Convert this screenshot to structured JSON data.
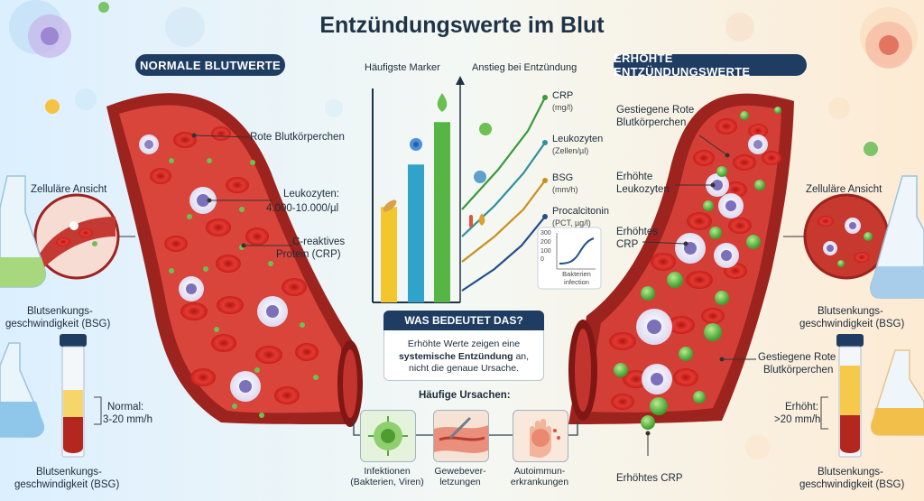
{
  "title": "Entzündungswerte im Blut",
  "left": {
    "banner": "NORMALE BLUTWERTE",
    "rbc_label": "Rote Blutkörperchen",
    "cell_view": "Zelluläre Ansicht",
    "leuko_label": "Leukozyten:",
    "leuko_value": "4.000-10.000/µl",
    "crp_label_1": "C-reaktives",
    "crp_label_2": "Protein (CRP)",
    "bsg_top_1": "Blutsenkungs-",
    "bsg_top_2": "geschwindigkeit (BSG)",
    "normal_label": "Normal:",
    "normal_value": "3-20 mm/h",
    "bsg_bottom_1": "Blutsenkungs-",
    "bsg_bottom_2": "geschwindigkeit (BSG)"
  },
  "right": {
    "banner": "ERHÖHTE ENTZÜNDUNGSWERTE",
    "rbc_label_1": "Gestiegene Rote",
    "rbc_label_2": "Blutkörperchen",
    "leuko_label_1": "Erhöhte",
    "leuko_label_2": "Leukozyten",
    "crp_label_1": "Erhöhtes",
    "crp_label_2": "CRP",
    "cell_view": "Zelluläre Ansicht",
    "bsg_top_1": "Blutsenkungs-",
    "bsg_top_2": "geschwindigkeit (BSG)",
    "rbc2_label_1": "Gestiegene Rote",
    "rbc2_label_2": "Blutkörperchen",
    "elevated_label": "Erhöht:",
    "elevated_value": ">20 mm/h",
    "crp_bottom": "Erhöhtes CRP",
    "bsg_bottom_1": "Blutsenkungs-",
    "bsg_bottom_2": "geschwindigkeit (BSG)"
  },
  "chart": {
    "heading_left": "Häufigste Marker",
    "heading_right": "Anstieg bei Entzündung",
    "markers": [
      {
        "name": "CRP",
        "unit": "(mg/l)",
        "color": "#3a9a3a"
      },
      {
        "name": "Leukozyten",
        "unit": "(Zellen/µl)",
        "color": "#2f8f9d"
      },
      {
        "name": "BSG",
        "unit": "(mm/h)",
        "color": "#c98f1c"
      },
      {
        "name": "Procalcitonin",
        "unit": "(PCT, µg/l)",
        "color": "#234f8c"
      }
    ],
    "bars": [
      {
        "value": 0.45,
        "color": "#f2c72e"
      },
      {
        "value": 0.65,
        "color": "#2fa3c9"
      },
      {
        "value": 0.85,
        "color": "#55b646"
      }
    ],
    "inset": {
      "ticks": [
        "300",
        "200",
        "100",
        "0"
      ],
      "xlabel_1": "Bakterien",
      "xlabel_2": "infection"
    }
  },
  "info": {
    "heading": "WAS BEDEUTET DAS?",
    "line1": "Erhöhte Werte zeigen eine",
    "line2_bold": "systemische Entzündung",
    "line2_rest": " an,",
    "line3": "nicht die genaue Ursache."
  },
  "causes": {
    "heading": "Häufige Ursachen:",
    "items": [
      {
        "line1": "Infektionen",
        "line2": "(Bakterien, Viren)"
      },
      {
        "line1": "Gewebever-",
        "line2": "letzungen"
      },
      {
        "line1": "Autoimmun-",
        "line2": "erkrankungen"
      }
    ]
  },
  "colors": {
    "navy": "#1f3d63",
    "vessel": "#b8322c",
    "blood": "#d8413a",
    "rbc": "#d8241f",
    "crp_dot": "#5cb84a"
  }
}
